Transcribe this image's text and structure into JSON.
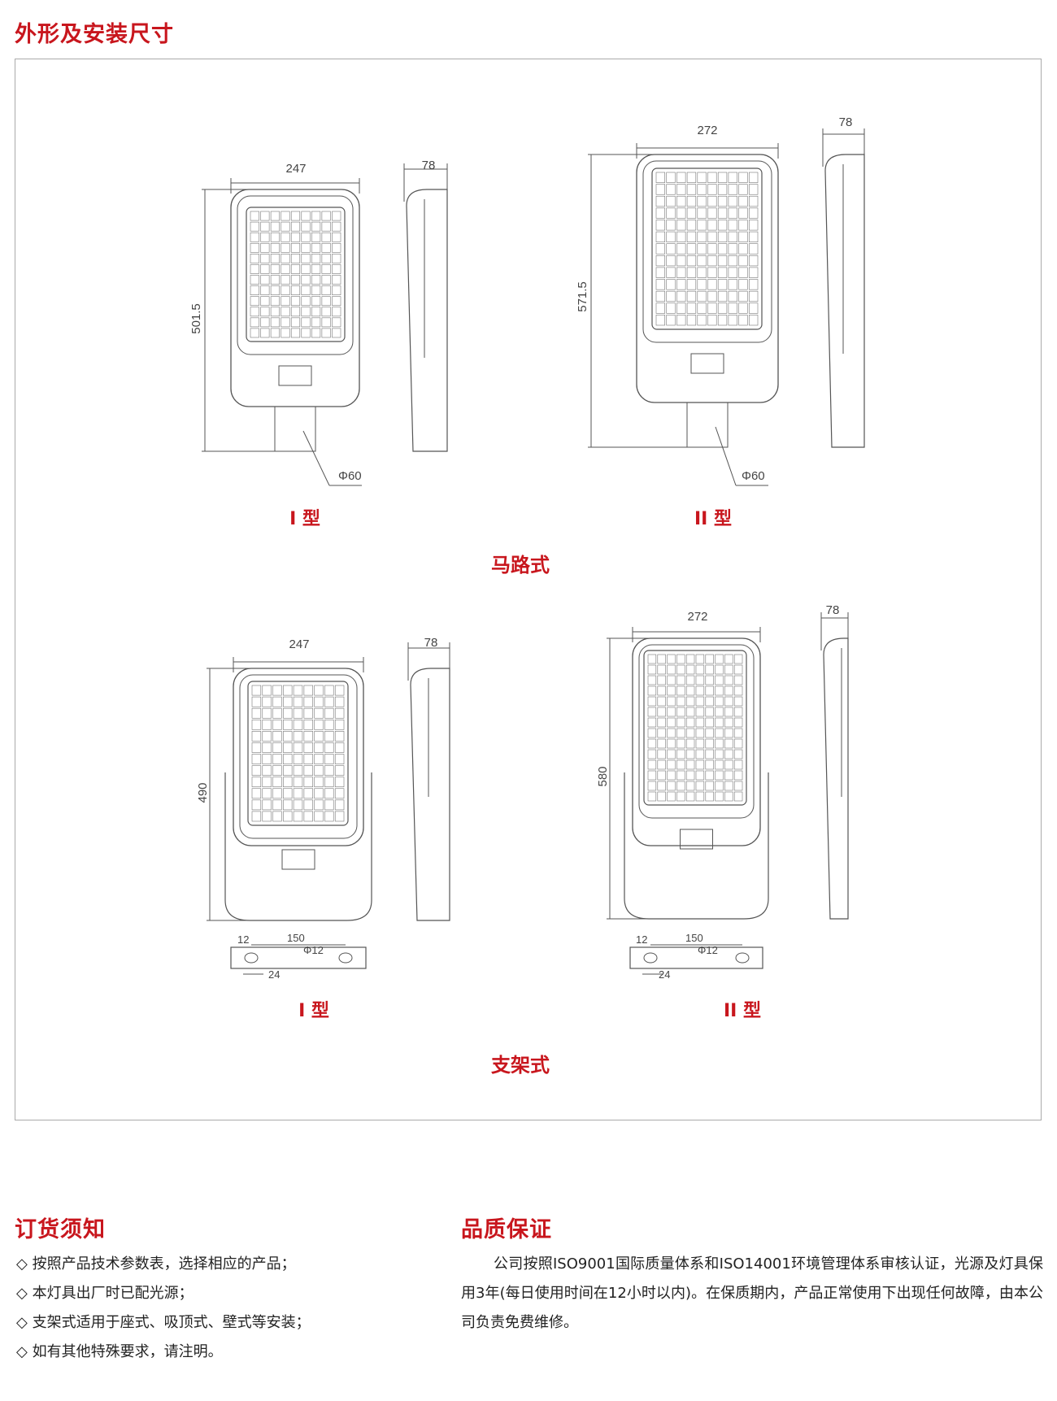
{
  "section_title": "外形及安装尺寸",
  "road_type": {
    "category": "马路式",
    "type1": {
      "label": "I 型",
      "width": "247",
      "height": "501.5",
      "depth": "78",
      "pole": "Φ60"
    },
    "type2": {
      "label": "II 型",
      "width": "272",
      "height": "571.5",
      "depth": "78",
      "pole": "Φ60"
    }
  },
  "bracket_type": {
    "category": "支架式",
    "type1": {
      "label": "I 型",
      "width": "247",
      "height": "490",
      "depth": "78",
      "base_edge": "12",
      "base_span": "150",
      "hole": "Φ12",
      "base_slot": "24"
    },
    "type2": {
      "label": "II 型",
      "width": "272",
      "height": "580",
      "depth": "78",
      "base_edge": "12",
      "base_span": "150",
      "hole": "Φ12",
      "base_slot": "24"
    }
  },
  "ordering": {
    "title": "订货须知",
    "bullet": "◇",
    "items": [
      "按照产品技术参数表，选择相应的产品；",
      "本灯具出厂时已配光源；",
      "支架式适用于座式、吸顶式、壁式等安装；",
      "如有其他特殊要求，请注明。"
    ]
  },
  "quality": {
    "title": "品质保证",
    "text": "公司按照ISO9001国际质量体系和ISO14001环境管理体系审核认证，光源及灯具保用3年(每日使用时间在12小时以内)。在保质期内，产品正常使用下出现任何故障，由本公司负责免费维修。"
  },
  "colors": {
    "accent": "#c8161d",
    "line": "#555555"
  }
}
